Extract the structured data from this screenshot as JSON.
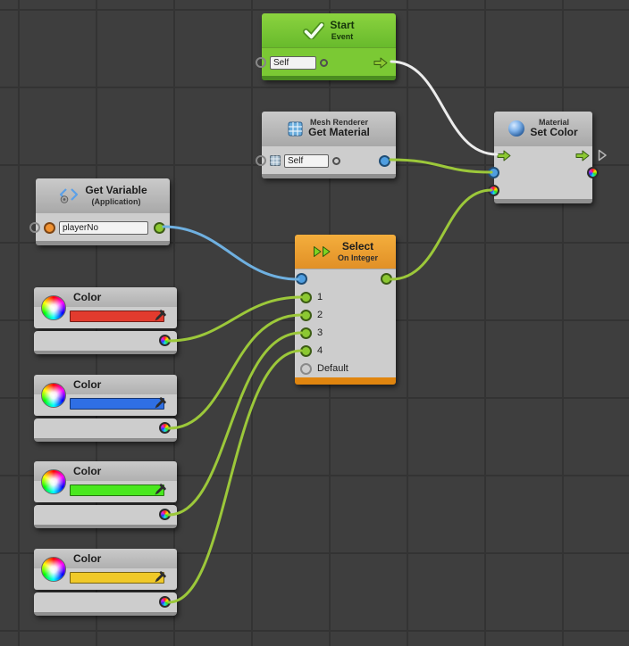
{
  "canvas": {
    "background": "#3e3e3e",
    "grid_line": "#333333"
  },
  "wire_colors": {
    "flow": "#ececec",
    "value": "#9cc83a",
    "integer": "#6fb0e0"
  },
  "port_colors": {
    "flow_arrow": "#8cc832",
    "object": "#4f9ee0",
    "value": "#8cc832",
    "variable": "#f09232",
    "color": "rainbow"
  },
  "nodes": {
    "start": {
      "title": "Start",
      "subtitle": "Event",
      "target_field": "Self"
    },
    "get_material": {
      "component": "Mesh Renderer",
      "title": "Get Material",
      "target_field": "Self"
    },
    "get_variable": {
      "title": "Get Variable",
      "scope": "(Application)",
      "variable_name": "playerNo"
    },
    "select": {
      "title": "Select",
      "subtitle": "On Integer",
      "options": [
        "1",
        "2",
        "3",
        "4",
        "Default"
      ]
    },
    "set_color": {
      "component": "Material",
      "title": "Set Color"
    },
    "color_literals": [
      {
        "title": "Color",
        "value": "#e23b2e"
      },
      {
        "title": "Color",
        "value": "#2f6fe4"
      },
      {
        "title": "Color",
        "value": "#49e81e"
      },
      {
        "title": "Color",
        "value": "#f0c929"
      }
    ]
  },
  "icons": {
    "start": "checkmark-icon",
    "get_material": "mesh-renderer-icon",
    "get_variable": "variable-brackets-gear-icon",
    "select": "double-chevron-icon",
    "set_color": "material-sphere-icon",
    "color_literal": "color-wheel-icon",
    "swatch_tool": "eyedropper-icon",
    "flow_port": "green-arrow-icon"
  }
}
